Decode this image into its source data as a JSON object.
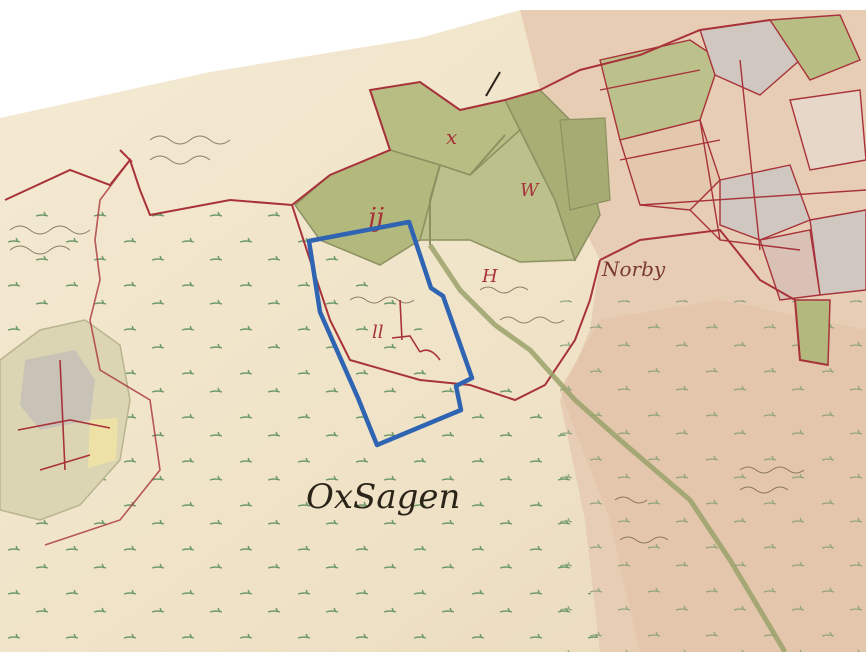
{
  "map": {
    "place_label": "OxSagen",
    "town_label": "Norby",
    "parcel_labels": [
      "x",
      "jj",
      "W",
      "ll",
      "H"
    ],
    "colors": {
      "paper": "#f1e6cc",
      "paper_light": "#f6efdc",
      "field_tan": "#e3c8ae",
      "meadow_green": "#b8bd83",
      "meadow_dark": "#a9ae74",
      "boundary_red": "#a8323a",
      "river_green": "#9aa26a",
      "marsh_tick": "#6f9a6a",
      "highlight_blue": "#2f64b3"
    },
    "highlighted_parcel": "blue-outlined-area"
  }
}
